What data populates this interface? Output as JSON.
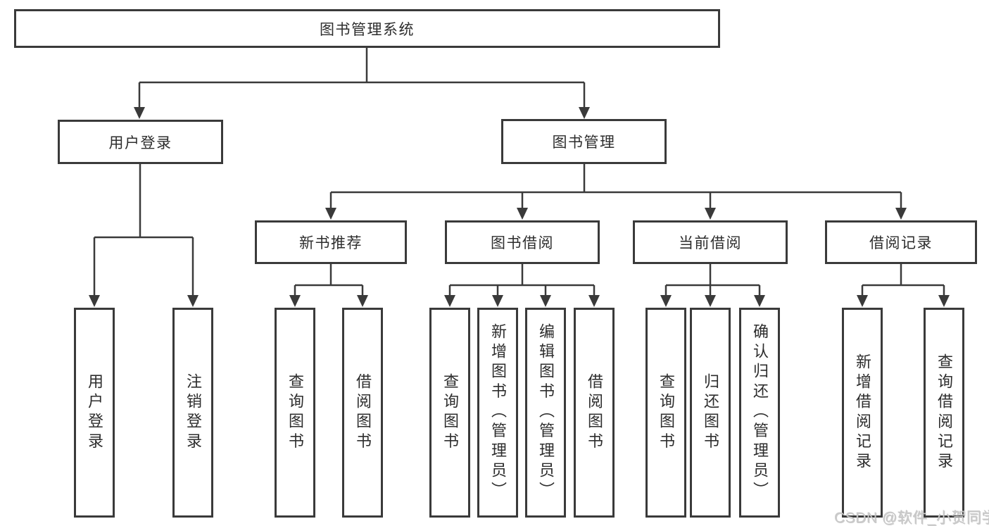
{
  "tree": {
    "label": "图书管理系统",
    "children": [
      {
        "label": "用户登录",
        "children": [
          {
            "label": "用户登录"
          },
          {
            "label": "注销登录"
          }
        ]
      },
      {
        "label": "图书管理",
        "children": [
          {
            "label": "新书推荐",
            "children": [
              {
                "label": "查询图书"
              },
              {
                "label": "借阅图书"
              }
            ]
          },
          {
            "label": "图书借阅",
            "children": [
              {
                "label": "查询图书"
              },
              {
                "label": "新增图书（管理员）"
              },
              {
                "label": "编辑图书（管理员）"
              },
              {
                "label": "借阅图书"
              }
            ]
          },
          {
            "label": "当前借阅",
            "children": [
              {
                "label": "查询图书"
              },
              {
                "label": "归还图书"
              },
              {
                "label": "确认归还（管理员）"
              }
            ]
          },
          {
            "label": "借阅记录",
            "children": [
              {
                "label": "新增借阅记录"
              },
              {
                "label": "查询借阅记录"
              }
            ]
          }
        ]
      }
    ]
  },
  "watermark": {
    "text": "CSDN @软件_小贺同学"
  },
  "colors": {
    "line": "#3a3a3a",
    "border": "#3a3a3a",
    "text": "#2d2d2d",
    "background": "#ffffff",
    "watermark": "#c9c9c9"
  }
}
